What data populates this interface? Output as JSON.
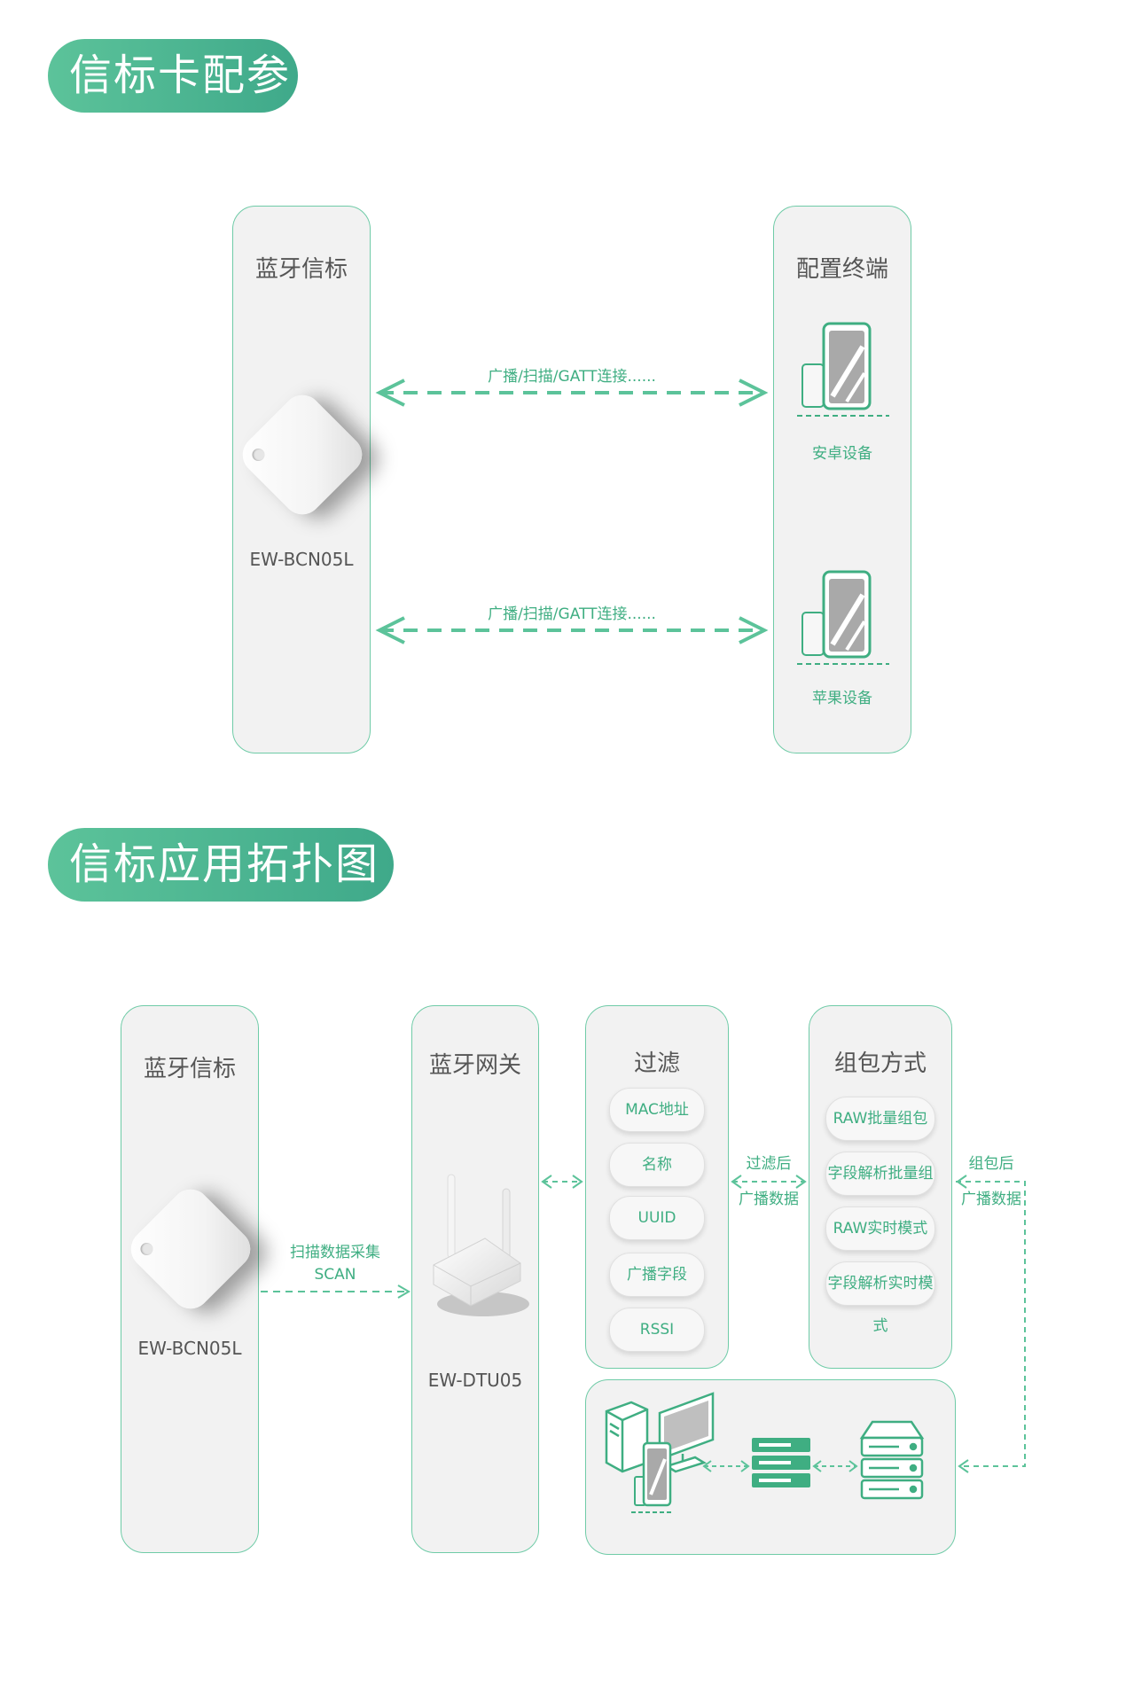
{
  "section1": {
    "title": "信标卡配参",
    "left_panel": {
      "title": "蓝牙信标",
      "device_label": "EW-BCN05L"
    },
    "right_panel": {
      "title": "配置终端",
      "device1_label": "安卓设备",
      "device2_label": "苹果设备"
    },
    "arrow1_label": "广播/扫描/GATT连接......",
    "arrow2_label": "广播/扫描/GATT连接......"
  },
  "section2": {
    "title": "信标应用拓扑图",
    "beacon_panel": {
      "title": "蓝牙信标",
      "device_label": "EW-BCN05L"
    },
    "scan_label_line1": "扫描数据采集",
    "scan_label_line2": "SCAN",
    "gateway_panel": {
      "title": "蓝牙网关",
      "device_label": "EW-DTU05"
    },
    "filter_panel": {
      "title": "过滤",
      "items": [
        "MAC地址",
        "名称",
        "UUID",
        "广播字段",
        "RSSI"
      ]
    },
    "filtered_label_line1": "过滤后",
    "filtered_label_line2": "广播数据",
    "packing_panel": {
      "title": "组包方式",
      "items": [
        "RAW批量组包",
        "字段解析批量组包",
        "RAW实时模式",
        "字段解析实时模式"
      ]
    },
    "packed_label_line1": "组包后",
    "packed_label_line2": "广播数据"
  },
  "colors": {
    "accent": "#5cc39a",
    "accent_dark": "#3fa98a",
    "panel_bg": "#f2f2f2"
  }
}
